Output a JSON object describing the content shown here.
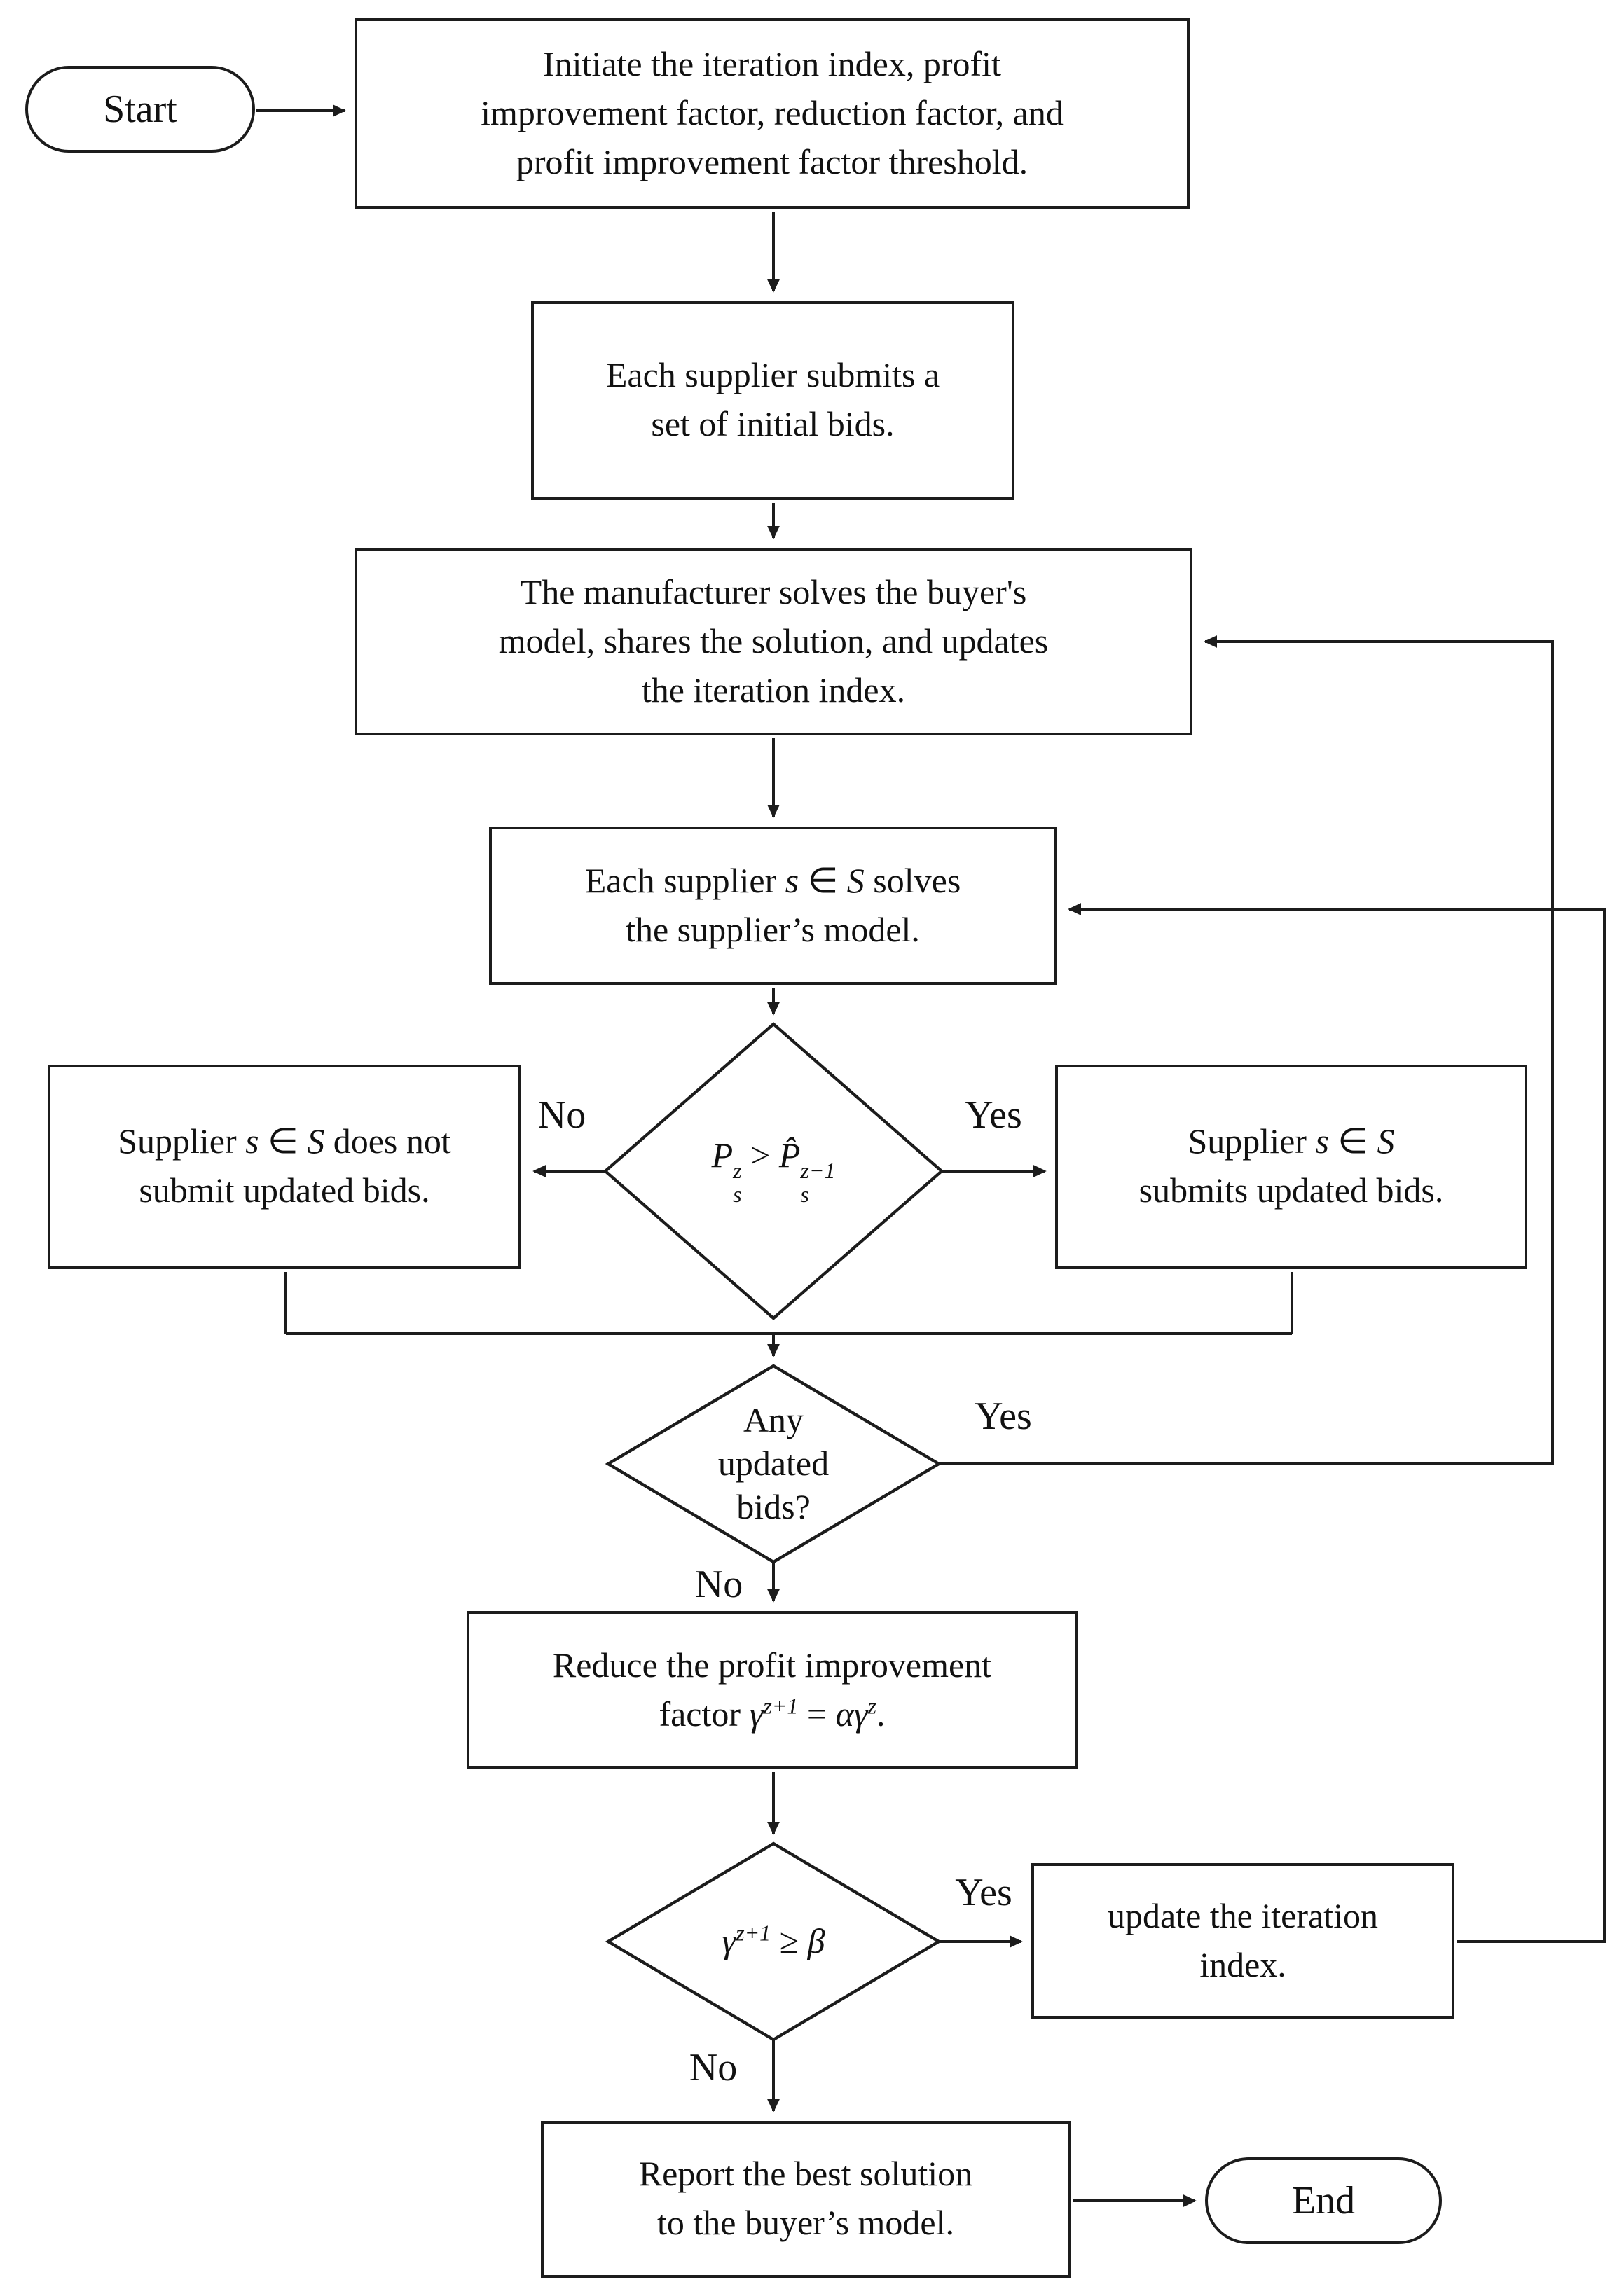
{
  "flowchart": {
    "nodes": {
      "start": {
        "label": "Start"
      },
      "init": {
        "line1": "Initiate the iteration index, profit",
        "line2": "improvement factor, reduction factor, and",
        "line3": "profit improvement factor threshold."
      },
      "initial_bids": {
        "line1": "Each supplier submits a",
        "line2": "set of initial bids."
      },
      "manufacturer": {
        "line1": "The manufacturer solves the buyer's",
        "line2": "model, shares the solution, and updates",
        "line3": "the iteration index."
      },
      "supplier_solves": {
        "l1a": "Each supplier ",
        "l1s": "s",
        "l1b": " ∈ ",
        "l1S": "S",
        "l1c": " solves",
        "line2": "the supplier’s model."
      },
      "profit_decision": {
        "base1": "P",
        "sup1": "z",
        "sub1": "s",
        "op": " > ",
        "base2": "P̂",
        "sup2": "z−1",
        "sub2": "s"
      },
      "no_submit": {
        "l1a": "Supplier ",
        "l1s": "s",
        "l1b": " ∈ ",
        "l1S": "S",
        "l1c": " does not",
        "line2": "submit updated bids."
      },
      "submit": {
        "l1a": "Supplier ",
        "l1s": "s",
        "l1b": " ∈ ",
        "l1S": "S",
        "line2": "submits updated bids."
      },
      "any_updated": {
        "line1": "Any",
        "line2": "updated",
        "line3": "bids?"
      },
      "reduce": {
        "line1": "Reduce the profit improvement",
        "l2a": "factor ",
        "g1": "γ",
        "g1sup": "z+1",
        "eq": " = ",
        "g2": "αγ",
        "g2sup": "z",
        "dot": "."
      },
      "gamma_decision": {
        "g": "γ",
        "gsup": "z+1",
        "op": " ≥ ",
        "beta": "β"
      },
      "update_index": {
        "line1": "update the iteration",
        "line2": "index."
      },
      "report": {
        "line1": "Report the best solution",
        "line2": "to the buyer’s model."
      },
      "end": {
        "label": "End"
      }
    },
    "edge_labels": {
      "p_no": "No",
      "p_yes": "Yes",
      "any_yes": "Yes",
      "any_no": "No",
      "g_yes": "Yes",
      "g_no": "No"
    },
    "colors": {
      "stroke": "#1c1c1c",
      "background": "#ffffff"
    }
  }
}
